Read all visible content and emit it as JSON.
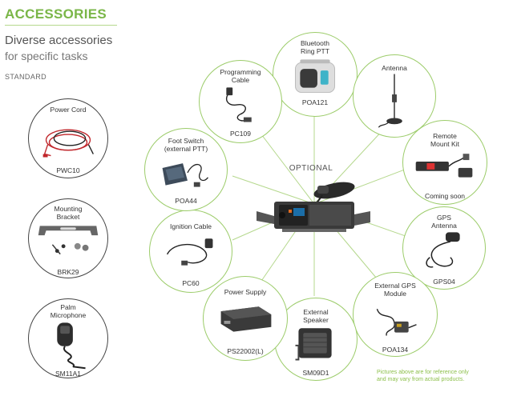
{
  "header": {
    "title": "ACCESSORIES",
    "subtitle_line1": "Diverse accessories",
    "subtitle_line2": "for specific tasks",
    "section": "STANDARD"
  },
  "center": {
    "label": "OPTIONAL"
  },
  "standard_items": [
    {
      "name_lines": [
        "Power Cord"
      ],
      "code": "PWC10"
    },
    {
      "name_lines": [
        "Mounting",
        "Bracket"
      ],
      "code": "BRK29"
    },
    {
      "name_lines": [
        "Palm",
        "Microphone"
      ],
      "code": "SM11A1"
    }
  ],
  "optional_items": [
    {
      "name_lines": [
        "Bluetooth",
        "Ring PTT"
      ],
      "code": "POA121"
    },
    {
      "name_lines": [
        "Antenna"
      ],
      "code": ""
    },
    {
      "name_lines": [
        "Remote",
        "Mount Kit"
      ],
      "code": "Coming soon"
    },
    {
      "name_lines": [
        "GPS",
        "Antenna"
      ],
      "code": "GPS04"
    },
    {
      "name_lines": [
        "External GPS",
        "Module"
      ],
      "code": "POA134"
    },
    {
      "name_lines": [
        "External",
        "Speaker"
      ],
      "code": "SM09D1"
    },
    {
      "name_lines": [
        "Power Supply"
      ],
      "code": "PS22002(L)"
    },
    {
      "name_lines": [
        "Ignition Cable"
      ],
      "code": "PC60"
    },
    {
      "name_lines": [
        "Foot Switch",
        "(external PTT)"
      ],
      "code": "POA44"
    },
    {
      "name_lines": [
        "Programming",
        "Cable"
      ],
      "code": "PC109"
    }
  ],
  "disclaimer_line1": "Pictures above are for reference only",
  "disclaimer_line2": "and may vary from actual products.",
  "colors": {
    "accent_green": "#7ab648",
    "circle_green": "#9ccc6a",
    "dark_ring": "#444444"
  }
}
